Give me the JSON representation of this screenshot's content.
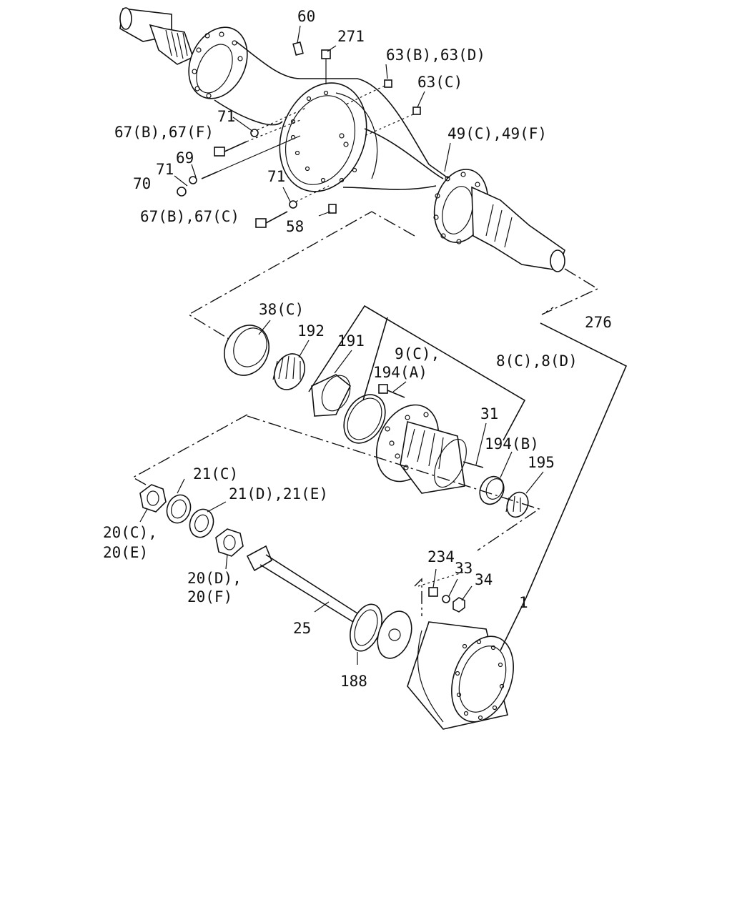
{
  "labels": {
    "p60": "60",
    "p271": "271",
    "p63bd": "63(B),63(D)",
    "p63c": "63(C)",
    "p71a": "71",
    "p67bf": "67(B),67(F)",
    "p69": "69",
    "p71b": "71",
    "p70": "70",
    "p71c": "71",
    "p67bc": "67(B),67(C)",
    "p58": "58",
    "p49": "49(C),49(F)",
    "p38": "38(C)",
    "p192": "192",
    "p191": "191",
    "p9c": "9(C),",
    "p194a": "194(A)",
    "p276": "276",
    "p8": "8(C),8(D)",
    "p31": "31",
    "p194b": "194(B)",
    "p195": "195",
    "p21c": "21(C)",
    "p21de": "21(D),21(E)",
    "p20c": "20(C),",
    "p20e": "20(E)",
    "p20d": "20(D),",
    "p20f": "20(F)",
    "p234": "234",
    "p33": "33",
    "p34": "34",
    "p1": "1",
    "p25": "25",
    "p188": "188"
  }
}
